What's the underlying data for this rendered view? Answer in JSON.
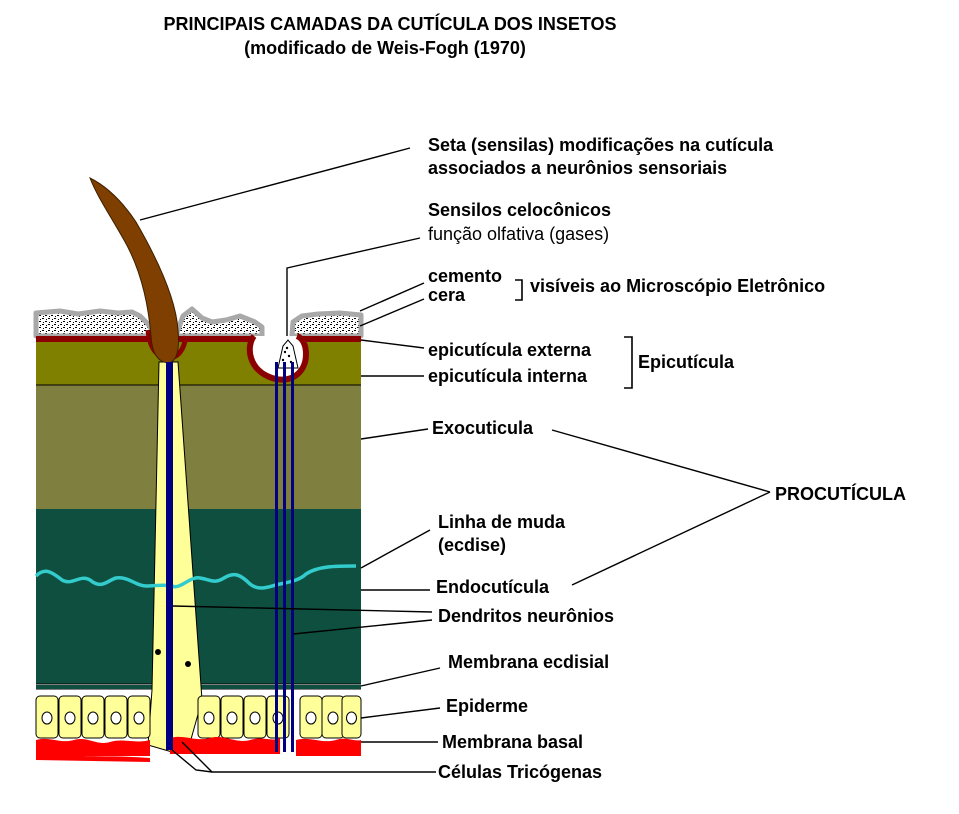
{
  "title": {
    "line1": "PRINCIPAIS CAMADAS DA CUTÍCULA DOS INSETOS",
    "line2": "(modificado de Weis-Fogh (1970)"
  },
  "labels": {
    "seta_line1": "Seta (sensilas) modificações na cutícula",
    "seta_line2": "associados a neurônios sensoriais",
    "sensilos_title": "Sensilos celocônicos",
    "sensilos_desc": "função olfativa (gases)",
    "cemento": "cemento",
    "cera": "cera",
    "microscopio": "visíveis ao  Microscópio Eletrônico",
    "epi_externa": "epicutícula externa",
    "epi_interna": "epicutícula interna",
    "epicuticula": "Epicutícula",
    "exocuticula": "Exocuticula",
    "procuticula": "PROCUTÍCULA",
    "linha_muda_1": "Linha de muda",
    "linha_muda_2": "(ecdise)",
    "endocuticula": "Endocutícula",
    "dendritos": "Dendritos neurônios",
    "membrana_ecdisial": "Membrana ecdisial",
    "epiderme": "Epiderme",
    "membrana_basal": "Membrana basal",
    "celulas_tricogenas": "Células Tricógenas"
  },
  "colors": {
    "cement_wax": "#a9a9a9",
    "epicuticle_outer": "#8b0000",
    "epicuticle_inner": "#808000",
    "exocuticle": "#7f7f3f",
    "endocuticle": "#0f4f3f",
    "ecdysial_line": "#33cccc",
    "seta": "#7f3f00",
    "dendrite": "#000080",
    "trichogen_cell": "#ffff99",
    "epidermis": "#ffff99",
    "basal_membrane": "#ff0000"
  }
}
